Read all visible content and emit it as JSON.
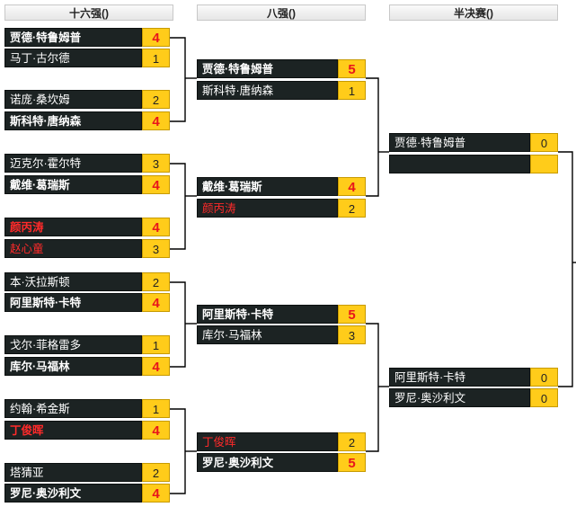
{
  "headers": {
    "round16": "十六强()",
    "quarter": "八强()",
    "semi": "半决赛()"
  },
  "round16": [
    {
      "name": "贾德·特鲁姆普",
      "score": "4",
      "win": true,
      "red": false
    },
    {
      "name": "马丁·古尔德",
      "score": "1",
      "win": false,
      "red": false
    },
    {
      "name": "诺庞·桑坎姆",
      "score": "2",
      "win": false,
      "red": false
    },
    {
      "name": "斯科特·唐纳森",
      "score": "4",
      "win": true,
      "red": false
    },
    {
      "name": "迈克尔·霍尔特",
      "score": "3",
      "win": false,
      "red": false
    },
    {
      "name": "戴维·葛瑞斯",
      "score": "4",
      "win": true,
      "red": false
    },
    {
      "name": "颜丙涛",
      "score": "4",
      "win": true,
      "red": true
    },
    {
      "name": "赵心童",
      "score": "3",
      "win": false,
      "red": true
    },
    {
      "name": "本·沃拉斯顿",
      "score": "2",
      "win": false,
      "red": false
    },
    {
      "name": "阿里斯特·卡特",
      "score": "4",
      "win": true,
      "red": false
    },
    {
      "name": "戈尔·菲格雷多",
      "score": "1",
      "win": false,
      "red": false
    },
    {
      "name": "库尔·马福林",
      "score": "4",
      "win": true,
      "red": false
    },
    {
      "name": "约翰·希金斯",
      "score": "1",
      "win": false,
      "red": false
    },
    {
      "name": "丁俊晖",
      "score": "4",
      "win": true,
      "red": true
    },
    {
      "name": "塔猜亚",
      "score": "2",
      "win": false,
      "red": false
    },
    {
      "name": "罗尼·奥沙利文",
      "score": "4",
      "win": true,
      "red": false
    }
  ],
  "quarter": [
    {
      "name": "贾德·特鲁姆普",
      "score": "5",
      "win": true,
      "red": false
    },
    {
      "name": "斯科特·唐纳森",
      "score": "1",
      "win": false,
      "red": false
    },
    {
      "name": "戴维·葛瑞斯",
      "score": "4",
      "win": true,
      "red": false
    },
    {
      "name": "颜丙涛",
      "score": "2",
      "win": false,
      "red": true
    },
    {
      "name": "阿里斯特·卡特",
      "score": "5",
      "win": true,
      "red": false
    },
    {
      "name": "库尔·马福林",
      "score": "3",
      "win": false,
      "red": false
    },
    {
      "name": "丁俊晖",
      "score": "2",
      "win": false,
      "red": true
    },
    {
      "name": "罗尼·奥沙利文",
      "score": "5",
      "win": true,
      "red": false
    }
  ],
  "semi": [
    {
      "name": "贾德·特鲁姆普",
      "score": "0",
      "win": false,
      "red": false
    },
    {
      "name": "",
      "score": "",
      "win": false,
      "red": false
    },
    {
      "name": "阿里斯特·卡特",
      "score": "0",
      "win": false,
      "red": false
    },
    {
      "name": "罗尼·奥沙利文",
      "score": "0",
      "win": false,
      "red": false
    }
  ]
}
